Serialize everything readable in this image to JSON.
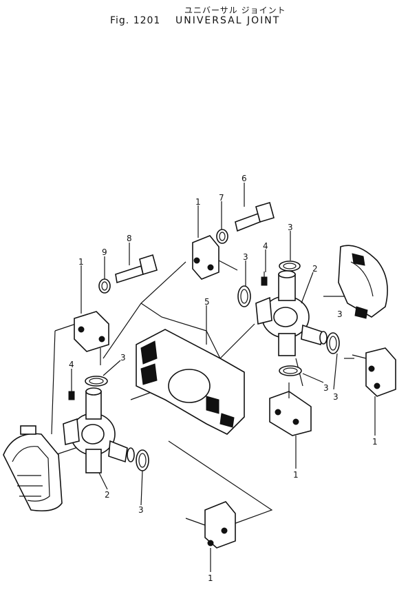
{
  "header": {
    "title_jp": "ユニバーサル ジョイント",
    "fig_label": "Fig. 1201",
    "title_en": "UNIVERSAL JOINT"
  },
  "callouts": [
    {
      "id": "c1a",
      "text": "1"
    },
    {
      "id": "c1b",
      "text": "1"
    },
    {
      "id": "c1c",
      "text": "1"
    },
    {
      "id": "c1d",
      "text": "1"
    },
    {
      "id": "c1e",
      "text": "1"
    },
    {
      "id": "c2a",
      "text": "2"
    },
    {
      "id": "c2b",
      "text": "2"
    },
    {
      "id": "c3a",
      "text": "3"
    },
    {
      "id": "c3b",
      "text": "3"
    },
    {
      "id": "c3c",
      "text": "3"
    },
    {
      "id": "c3d",
      "text": "3"
    },
    {
      "id": "c3e",
      "text": "3"
    },
    {
      "id": "c3f",
      "text": "3"
    },
    {
      "id": "c3g",
      "text": "3"
    },
    {
      "id": "c4a",
      "text": "4"
    },
    {
      "id": "c4b",
      "text": "4"
    },
    {
      "id": "c5",
      "text": "5"
    },
    {
      "id": "c6",
      "text": "6"
    },
    {
      "id": "c7",
      "text": "7"
    },
    {
      "id": "c8",
      "text": "8"
    },
    {
      "id": "c9",
      "text": "9"
    }
  ]
}
